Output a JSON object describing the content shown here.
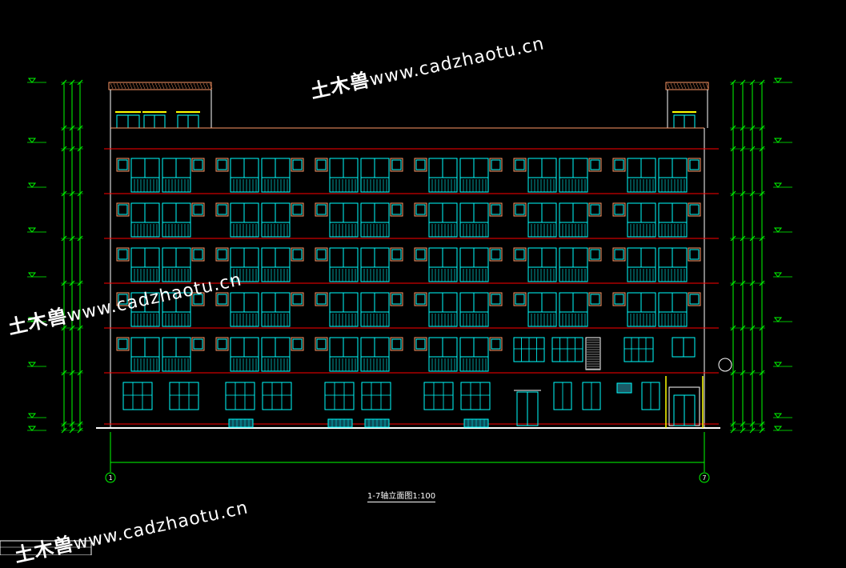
{
  "drawing": {
    "title": "1-7轴立面图1:100",
    "axis_left": "1",
    "axis_right": "7",
    "colors": {
      "background": "#000000",
      "wall": "#ff0000",
      "window": "#00ffff",
      "dimension": "#00ff00",
      "accent": "#ffff00",
      "frame": "#ffffff",
      "trim": "#ff9966"
    }
  },
  "watermarks": [
    {
      "cn": "土木兽",
      "url": "www.cadzhaotu.cn"
    },
    {
      "cn": "土木兽",
      "url": "www.cadzhaotu.cn"
    },
    {
      "cn": "土木兽",
      "url": "www.cadzhaotu.cn"
    }
  ]
}
